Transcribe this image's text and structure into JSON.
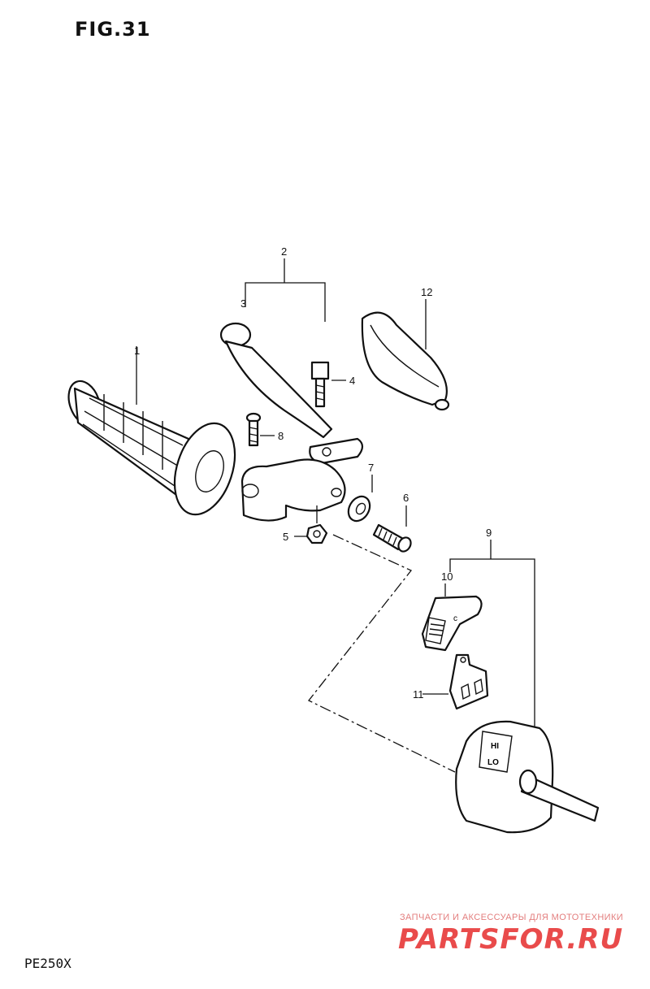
{
  "figure": {
    "title": "FIG.31",
    "model": "PE250X"
  },
  "callouts": [
    "1",
    "2",
    "3",
    "4",
    "5",
    "6",
    "7",
    "8",
    "9",
    "10",
    "11",
    "12"
  ],
  "switch_labels": {
    "hi": "HI",
    "lo": "LO",
    "c": "c"
  },
  "watermark": {
    "caption": "ЗАПЧАСТИ И АКСЕССУАРЫ ДЛЯ МОТОТЕХНИКИ",
    "logo": "PARTSFOR.RU"
  },
  "colors": {
    "line": "#111111",
    "watermark": "#e94b4b"
  }
}
